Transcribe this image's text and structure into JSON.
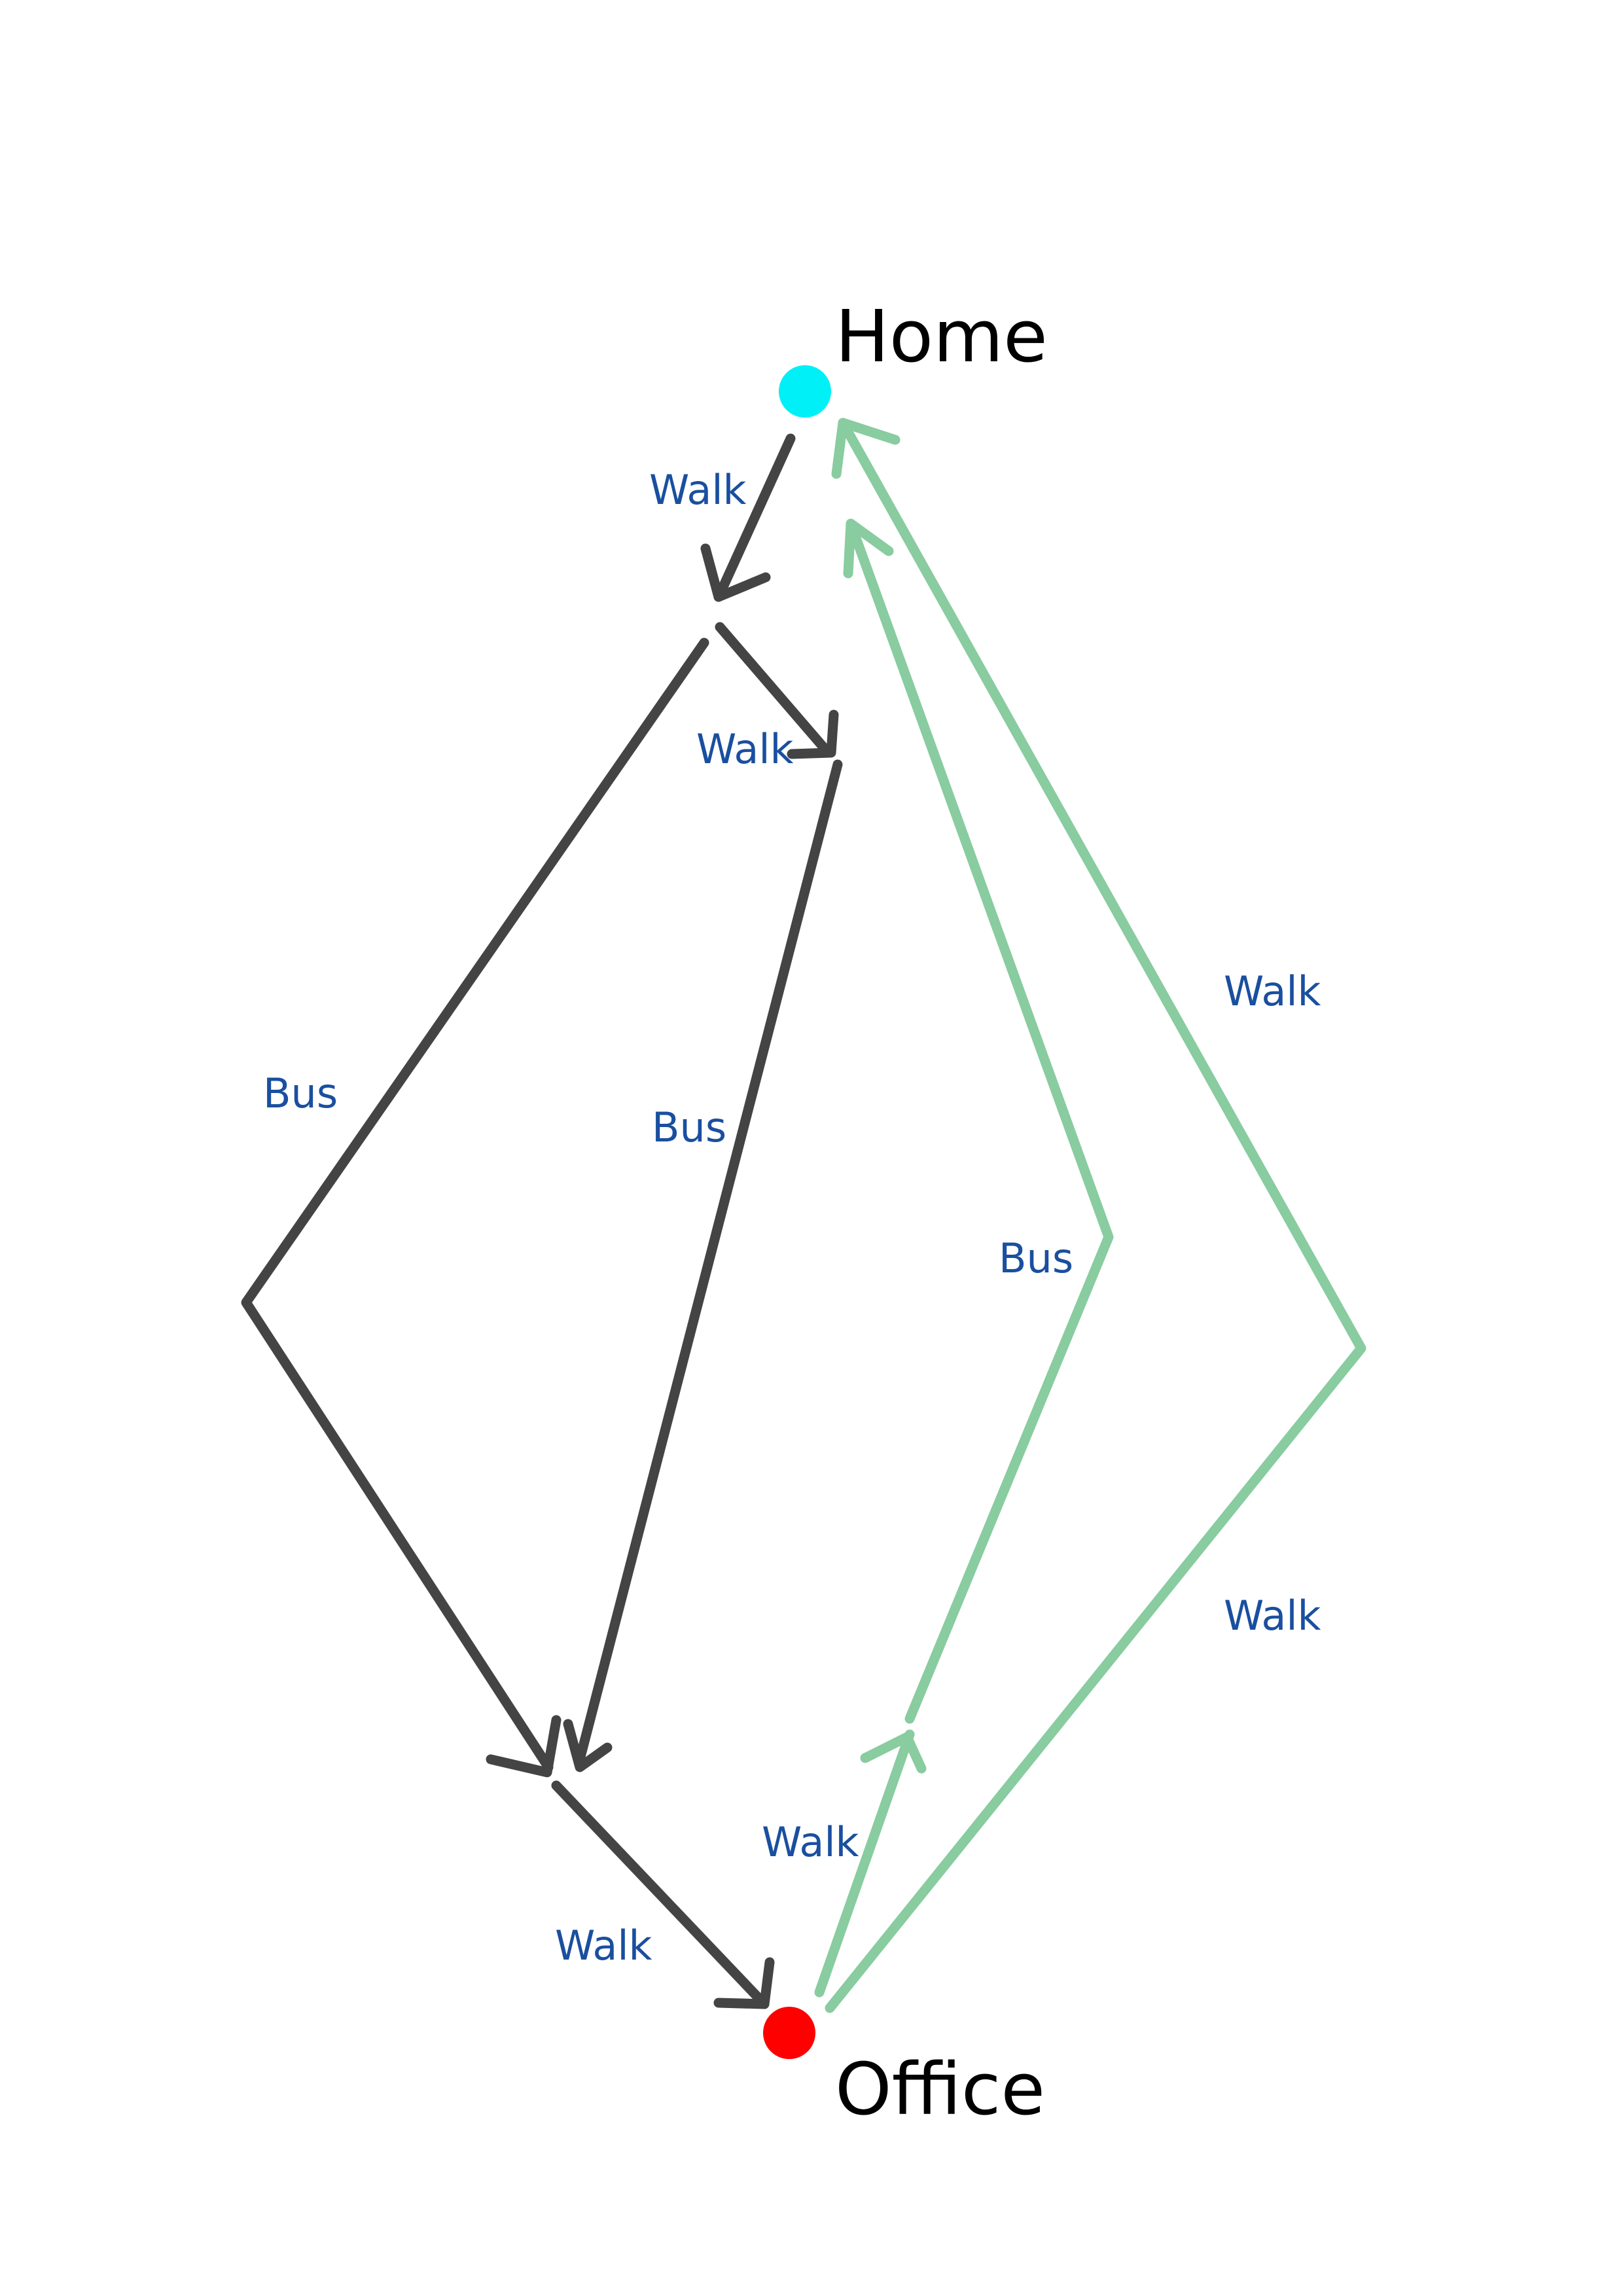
{
  "nodes": {
    "home": {
      "label": "Home",
      "color": "#00f0f8"
    },
    "office": {
      "label": "Office",
      "color": "#ff0000"
    }
  },
  "colors": {
    "outbound_route": "#444444",
    "return_route": "#88cca0",
    "edge_label": "#1a4f9f"
  },
  "edges": {
    "walk_home_to_junction": "Walk",
    "walk_junction_to_stop": "Walk",
    "bus_left": "Bus",
    "bus_middle": "Bus",
    "walk_to_office": "Walk",
    "walk_office_to_stop": "Walk",
    "bus_return": "Bus",
    "walk_return_upper": "Walk",
    "walk_return_lower": "Walk"
  }
}
